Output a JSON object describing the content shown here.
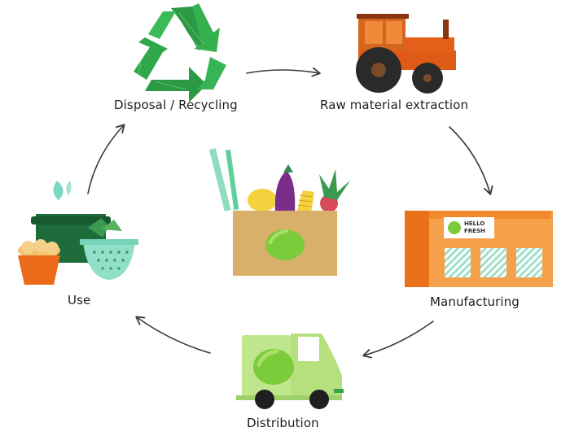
{
  "diagram": {
    "stages": [
      {
        "id": "disposal",
        "label": "Disposal / Recycling",
        "icon": "recycle-icon"
      },
      {
        "id": "raw",
        "label": "Raw material extraction",
        "icon": "tractor-icon"
      },
      {
        "id": "manufacturing",
        "label": "Manufacturing",
        "icon": "factory-icon"
      },
      {
        "id": "distribution",
        "label": "Distribution",
        "icon": "delivery-truck-icon"
      },
      {
        "id": "use",
        "label": "Use",
        "icon": "cooking-pot-icon"
      }
    ],
    "center_icon": "grocery-box-icon",
    "brand_logo_text": "HELLO FRESH",
    "colors": {
      "recycle_green": "#2ea84a",
      "tractor_orange": "#e05a17",
      "factory_orange": "#f07a1c",
      "truck_green": "#bfe68c",
      "lime_green": "#7ccb3a",
      "box_tan": "#d9b06a",
      "arrow_gray": "#3a3a3a"
    }
  }
}
